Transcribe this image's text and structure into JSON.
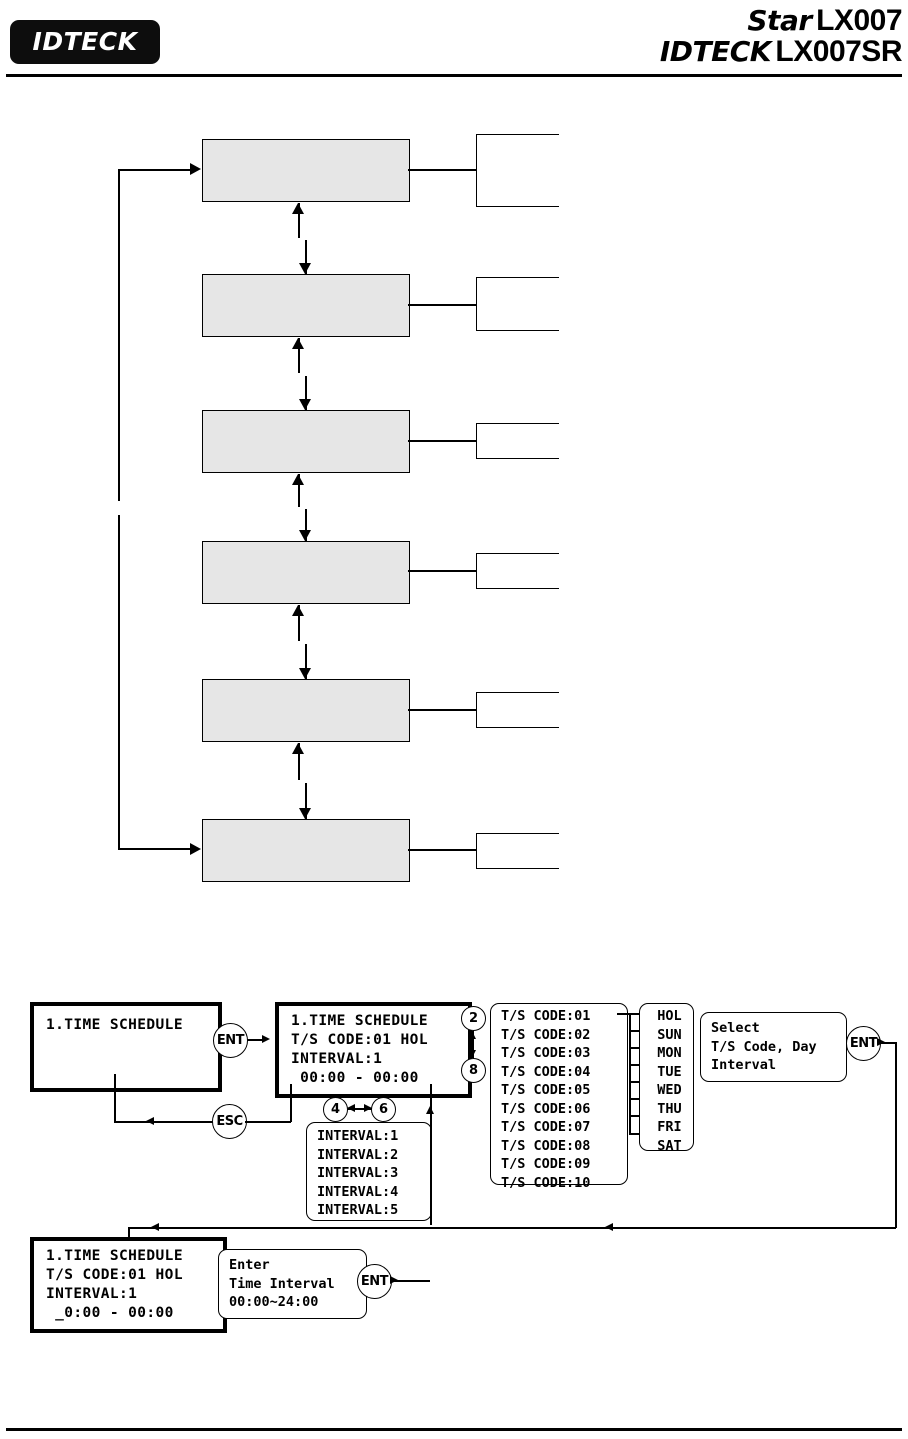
{
  "header": {
    "logo_text": "IDTECK",
    "model_line1_brand": "Star",
    "model_line1_model": "LX007",
    "model_line2_brand": "IDTECK",
    "model_line2_model": "LX007SR"
  },
  "top_diagram": {
    "description": "Menu loop flow chart, six empty shaded menu boxes each linked to an empty detail box",
    "boxes": [
      {
        "label": ""
      },
      {
        "label": ""
      },
      {
        "label": ""
      },
      {
        "label": ""
      },
      {
        "label": ""
      },
      {
        "label": ""
      }
    ],
    "detail_boxes": [
      {
        "label": ""
      },
      {
        "label": ""
      },
      {
        "label": ""
      },
      {
        "label": ""
      },
      {
        "label": ""
      },
      {
        "label": ""
      }
    ]
  },
  "flow": {
    "keys": {
      "ent": "ENT",
      "esc": "ESC",
      "num_2": "2",
      "num_8": "8",
      "num_4": "4",
      "num_6": "6"
    },
    "lcd_menu": {
      "lines": [
        "1.TIME SCHEDULE"
      ]
    },
    "lcd_edit": {
      "lines": [
        "1.TIME SCHEDULE",
        "T/S CODE:01 HOL",
        "INTERVAL:1",
        " 00:00 - 00:00"
      ]
    },
    "lcd_enter": {
      "lines": [
        "1.TIME SCHEDULE",
        "T/S CODE:01 HOL",
        "INTERVAL:1",
        " _0:00 - 00:00"
      ]
    },
    "interval_list": {
      "items": [
        "INTERVAL:1",
        "INTERVAL:2",
        "INTERVAL:3",
        "INTERVAL:4",
        "INTERVAL:5"
      ]
    },
    "ts_code_list": {
      "items": [
        "T/S CODE:01",
        "T/S CODE:02",
        "T/S CODE:03",
        "T/S CODE:04",
        "T/S CODE:05",
        "T/S CODE:06",
        "T/S CODE:07",
        "T/S CODE:08",
        "T/S CODE:09",
        "T/S CODE:10"
      ]
    },
    "day_list": {
      "items": [
        "HOL",
        "SUN",
        "MON",
        "TUE",
        "WED",
        "THU",
        "FRI",
        "SAT"
      ]
    },
    "select_hint": {
      "lines": [
        "Select",
        "T/S Code, Day",
        "Interval"
      ]
    },
    "enter_hint": {
      "lines": [
        "Enter",
        "Time Interval",
        "00:00~24:00"
      ]
    }
  },
  "colors": {
    "box_fill": "#e6e6e6",
    "line": "#000000",
    "page_bg": "#ffffff"
  }
}
